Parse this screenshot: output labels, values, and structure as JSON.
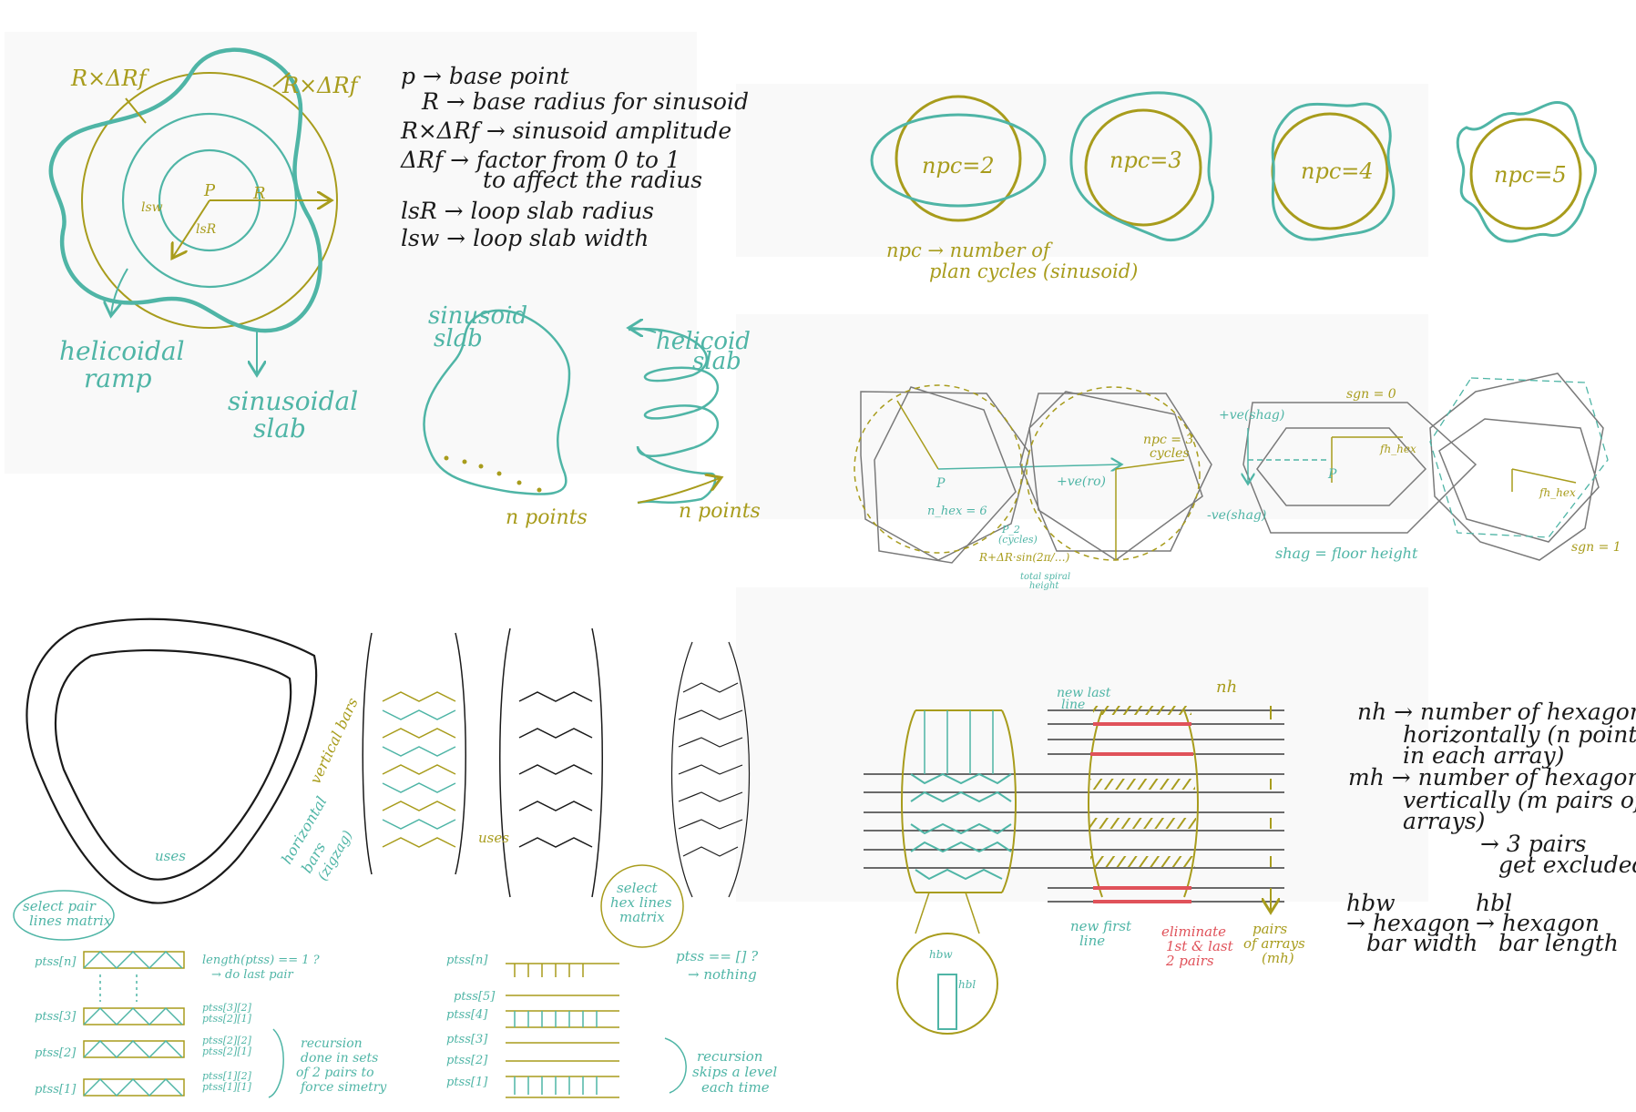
{
  "colors": {
    "teal": "#4fb5a6",
    "ochre": "#a89c1c",
    "dark": "#1a1a1a",
    "red": "#e0525a",
    "panel": "#f9f9f9"
  },
  "p1": {
    "rxdf_left": "R×ΔRf",
    "rxdf_right": "R×ΔRf",
    "label_p": "P",
    "label_r": "R",
    "label_lsr": "lsR",
    "label_lsw": "lsw",
    "helicoidal_ramp": [
      "helicoidal",
      "ramp"
    ],
    "sinusoidal_slab": [
      "sinusoidal",
      "slab"
    ],
    "legend": [
      "p → base point",
      "R → base radius for sinusoid",
      "R×ΔRf → sinusoid amplitude",
      "ΔRf → factor from 0 to 1",
      "to affect the radius",
      "lsR → loop slab radius",
      "lsw → loop slab width"
    ],
    "sinusoid_slab": [
      "sinusoid",
      "slab"
    ],
    "helicoid_slab": [
      "helicoid",
      "slab"
    ],
    "n_points_1": "n points",
    "n_points_2": "n points"
  },
  "p2": {
    "circles": [
      "npc=2",
      "npc=3",
      "npc=4",
      "npc=5"
    ],
    "caption": [
      "npc → number of",
      "plan cycles (sinusoid)"
    ]
  },
  "p3": {
    "label_p1": "P",
    "nhex": "n_hex = 6",
    "npc3": [
      "npc = 3",
      "cycles"
    ],
    "tvec": "+ve(ro)",
    "p_cyc": [
      "P_2",
      "(cycles)"
    ],
    "formula": "R+ΔR·sin(2π/…)",
    "total": [
      "total spiral",
      "height"
    ],
    "vc_shag": "+ve(shag)",
    "vc_neg": "-ve(shag)",
    "sgn0": "sgn = 0",
    "sgn1": "sgn = 1",
    "p_label": "P",
    "fh_hex": "fh_hex",
    "shag_eq": "shag = floor height",
    "fh_hex2": "fh_hex"
  },
  "p4": {
    "uses": "uses",
    "vertical_bars": "vertical bars",
    "horizontal_bars": [
      "horizontal",
      "bars"
    ],
    "zigzag": "(zigzag)",
    "uses2": "uses",
    "select_pair": [
      "select pair",
      "lines matrix"
    ],
    "select_hex": [
      "select",
      "hex lines",
      "matrix"
    ],
    "ptss_left": [
      "ptss[n]",
      "ptss[3]",
      "ptss[2]",
      "ptss[1]"
    ],
    "ptss_left_notes": [
      "length(ptss) == 1 ?",
      "→ do last pair",
      "ptss[3][2]",
      "ptss[2][1]",
      "ptss[2][2]",
      "ptss[2][1]",
      "ptss[1][2]",
      "ptss[1][1]"
    ],
    "recursion_left": [
      "recursion",
      "done in sets",
      "of 2 pairs to",
      "force simetry"
    ],
    "ptss_right": [
      "ptss[n]",
      "ptss[5]",
      "ptss[4]",
      "ptss[3]",
      "ptss[2]",
      "ptss[1]"
    ],
    "ptss_right_notes": [
      "ptss == [] ?",
      "→ nothing"
    ],
    "recursion_right": [
      "recursion",
      "skips a level",
      "each time"
    ]
  },
  "p5": {
    "new_last_line": [
      "new last",
      "line"
    ],
    "nh": "nh",
    "new_first_line": [
      "new first",
      "line"
    ],
    "eliminate": [
      "eliminate",
      "1st & last",
      "2 pairs"
    ],
    "pairs_arrays": [
      "pairs",
      "of arrays",
      "(mh)"
    ],
    "hbw": "hbw",
    "hbl": "hbl",
    "defs": [
      "nh → number of hexagons",
      "horizontally (n points",
      "in each array)",
      "mh → number of hexagons",
      "vertically (m pairs of",
      "arrays)",
      "→ 3 pairs",
      "get excluded"
    ],
    "hbw_def": [
      "hbw",
      "→ hexagon",
      "bar width"
    ],
    "hbl_def": [
      "hbl",
      "→ hexagon",
      "bar length"
    ]
  }
}
